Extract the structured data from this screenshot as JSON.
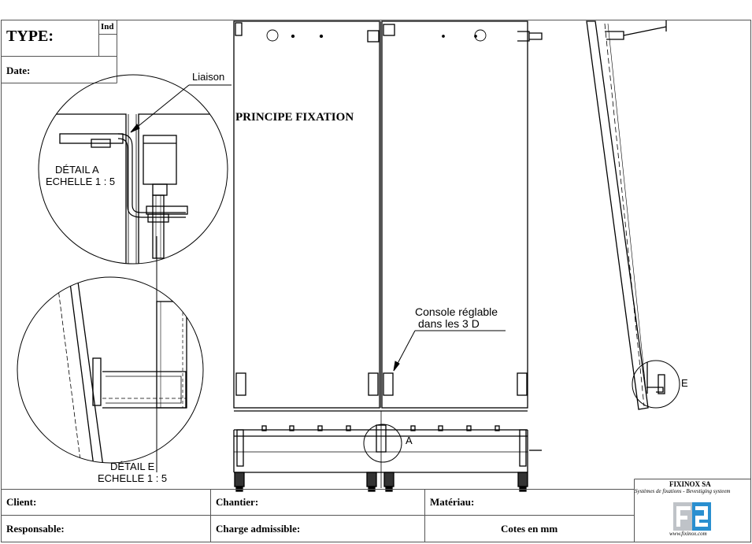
{
  "header": {
    "type_label": "TYPE:",
    "ind_label": "Ind",
    "date_label": "Date:"
  },
  "drawing": {
    "title": "PRINCIPE FIXATION",
    "liaison": "Liaison",
    "detail_a_line1": "DÉTAIL A",
    "detail_a_line2": "ECHELLE 1 : 5",
    "detail_e_line1": "DÉTAIL E",
    "detail_e_line2": "ECHELLE 1 : 5",
    "console_line1": "Console réglable",
    "console_line2": "dans les 3 D",
    "marker_a": "A",
    "marker_e": "E"
  },
  "titleblock": {
    "client": "Client:",
    "chantier": "Chantier:",
    "materiau": "Matériau:",
    "responsable": "Responsable:",
    "charge": "Charge admissible:",
    "cotes": "Cotes en mm"
  },
  "company": {
    "name": "FIXINOX SA",
    "tagline": "Systèmes de fixations - Bevestiging systeem",
    "website": "www.fixinox.com",
    "logo_colors": [
      "#2a8fd0",
      "#bfc3c8"
    ]
  }
}
